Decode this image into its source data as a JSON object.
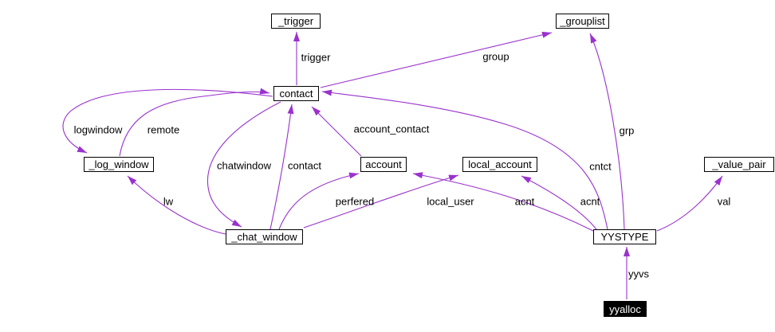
{
  "diagram": {
    "kind": "collaboration-graph",
    "background_color": "#ffffff",
    "edge_color": "#9a32cd",
    "node_fill": "#ffffff",
    "node_border_color": "#000000",
    "node_text_color": "#000000",
    "focus_node_fill": "#000000",
    "focus_node_text_color": "#ffffff"
  },
  "nodes": [
    {
      "label": "_trigger"
    },
    {
      "label": "_grouplist"
    },
    {
      "label": "contact"
    },
    {
      "label": "_log_window"
    },
    {
      "label": "account"
    },
    {
      "label": "local_account"
    },
    {
      "label": "_value_pair"
    },
    {
      "label": "_chat_window"
    },
    {
      "label": "YYSTYPE"
    },
    {
      "label": "yyalloc",
      "focus": true
    }
  ],
  "edges": [
    {
      "from": "contact",
      "to": "_trigger",
      "label": "trigger"
    },
    {
      "from": "contact",
      "to": "_grouplist",
      "label": "group"
    },
    {
      "from": "contact",
      "to": "_log_window",
      "label": "logwindow"
    },
    {
      "from": "_log_window",
      "to": "contact",
      "label": "remote"
    },
    {
      "from": "account",
      "to": "contact",
      "label": "account_contact"
    },
    {
      "from": "contact",
      "to": "_chat_window",
      "label": "chatwindow"
    },
    {
      "from": "_chat_window",
      "to": "contact",
      "label": "contact"
    },
    {
      "from": "_chat_window",
      "to": "_log_window",
      "label": "lw"
    },
    {
      "from": "_chat_window",
      "to": "account",
      "label": "perfered"
    },
    {
      "from": "_chat_window",
      "to": "local_account",
      "label": "local_user"
    },
    {
      "from": "YYSTYPE",
      "to": "account",
      "label": "acnt"
    },
    {
      "from": "YYSTYPE",
      "to": "local_account",
      "label": "acnt"
    },
    {
      "from": "YYSTYPE",
      "to": "contact",
      "label": "cntct"
    },
    {
      "from": "YYSTYPE",
      "to": "_grouplist",
      "label": "grp"
    },
    {
      "from": "YYSTYPE",
      "to": "_value_pair",
      "label": "val"
    },
    {
      "from": "yyalloc",
      "to": "YYSTYPE",
      "label": "yyvs"
    }
  ]
}
